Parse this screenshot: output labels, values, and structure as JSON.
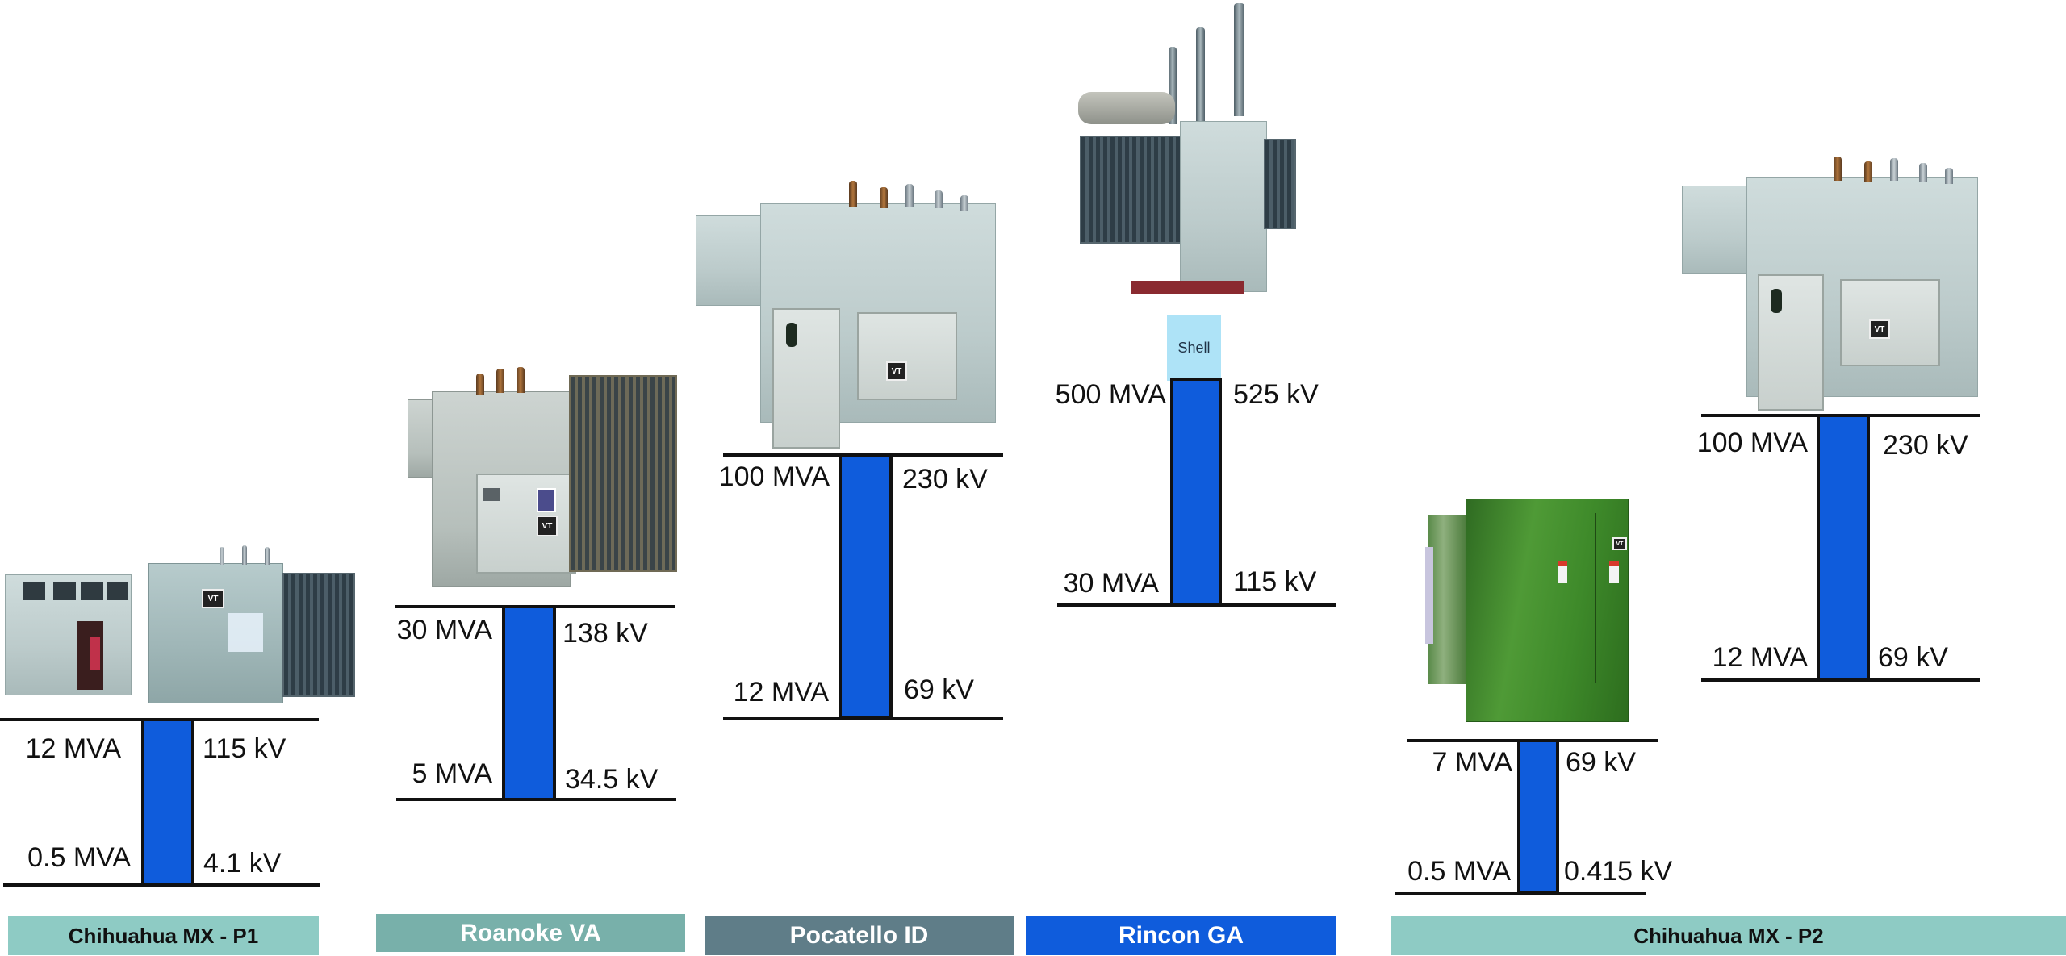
{
  "colors": {
    "bar_fill": "#0f5cdc",
    "bar_border": "#111111",
    "shell_fill": "#aee3f7",
    "site_p1": "#8ecbc4",
    "site_roanoke": "#78b0aa",
    "site_pocatello": "#5f7d88",
    "site_rincon": "#0f5cdc",
    "site_p2": "#8ecbc4"
  },
  "sites": [
    {
      "name": "Chihuahua MX - P1",
      "transformer_image": "dry-type and oil-filled transformer pair (VT)",
      "bar": {
        "top_mva": "12 MVA",
        "top_kv": "115 kV",
        "bottom_mva": "0.5 MVA",
        "bottom_kv": "4.1 kV"
      }
    },
    {
      "name": "Roanoke VA",
      "transformer_image": "oil-filled power transformer with radiators (VT)",
      "bar": {
        "top_mva": "30 MVA",
        "top_kv": "138 kV",
        "bottom_mva": "5 MVA",
        "bottom_kv": "34.5 kV"
      }
    },
    {
      "name": "Pocatello ID",
      "transformer_image": "large oil-filled power transformer (VT)",
      "bar": {
        "top_mva": "100 MVA",
        "top_kv": "230 kV",
        "bottom_mva": "12 MVA",
        "bottom_kv": "69 kV"
      }
    },
    {
      "name": "Rincon GA",
      "transformer_image": "extra-high-voltage shell-form transformer with tall bushings",
      "shell_label": "Shell",
      "bar": {
        "top_mva": "500 MVA",
        "top_kv": "525 kV",
        "bottom_mva": "30 MVA",
        "bottom_kv": "115 kV"
      }
    },
    {
      "name": "Chihuahua MX - P2",
      "transformer_image_small": "green pad-mounted transformer",
      "transformer_image_large": "large oil-filled power transformer (VT)",
      "bar_small": {
        "top_mva": "7 MVA",
        "top_kv": "69 kV",
        "bottom_mva": "0.5 MVA",
        "bottom_kv": "0.415 kV"
      },
      "bar_large": {
        "top_mva": "100 MVA",
        "top_kv": "230 kV",
        "bottom_mva": "12 MVA",
        "bottom_kv": "69 kV"
      }
    }
  ],
  "logo_text": "VT"
}
